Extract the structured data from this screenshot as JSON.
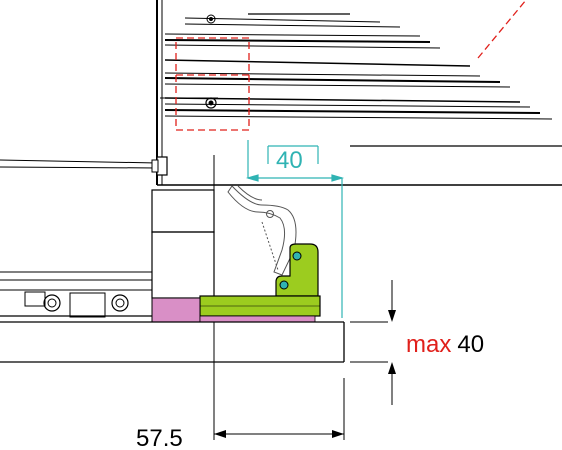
{
  "dimensions": {
    "clearance_width": "40",
    "max_prefix": "max",
    "max_value": "40",
    "offset_distance": "57.5"
  },
  "colors": {
    "dimension_line_cyan": "#2fb3b3",
    "detail_box_red": "#e0201b",
    "max_label_red": "#e0201b",
    "clamp_green": "#9ccc1f",
    "pad_pink": "#d98fc6",
    "outline_black": "#000000"
  }
}
